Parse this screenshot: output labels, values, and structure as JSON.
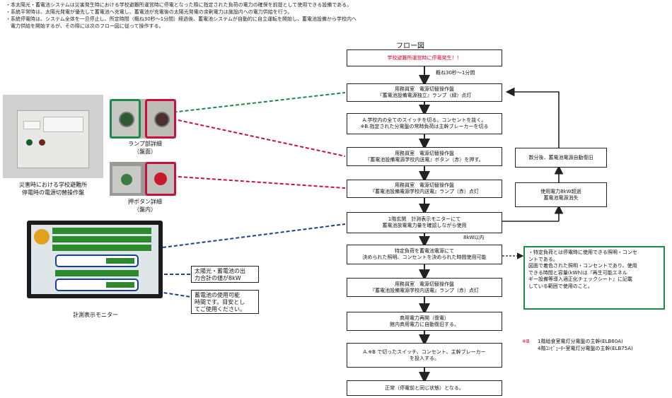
{
  "bullets": [
    "・本太陽光・蓄電池システムは災害発生時における学校避難所運営時に停電となった際に指定された負荷の電力の確保を前提として使用できる設備である。",
    "・系統平常時は、太陽光発電が優先して蓄電池へ充電し、蓄電池が充電後の太陽光発電の余剰電力は施設内への電力供給を行う。",
    "・系統停電時は、システム全体を一旦停止し、所定時間（概ね30秒～1分間）経過後、蓄電池システムが自動的に自立運転を開始し、蓄電池設備から学校内へ",
    "　電力供給を開始するが、その際には次のフロー図に従って操作する。"
  ],
  "flow_title": "フロー図",
  "flow": {
    "step1": "学校避難所運営時に停電発生！！",
    "wait_note": "概ね30秒～1分間",
    "step2": [
      "用務員室　電源切替操作盤",
      "『蓄電池設備電源独立』ランプ（緑）点灯"
    ],
    "step3": [
      "A.学校内の全てのスイッチを切る。コンセントを抜く。",
      "※B.指定された分電盤の常時負荷は主幹ブレーカーを切る"
    ],
    "step4": [
      "用務員室　電源切替操作盤",
      "『蓄電池設備電源学校内送電』ボタン（赤）を押す。"
    ],
    "step5": [
      "用務員室　電源切替操作盤",
      "『蓄電池設備電源学校内送電』ランプ（赤）点灯"
    ],
    "step6": [
      "1階玄関　計測表示モニターにて",
      "蓄電池放電電力量を確認しながら使用"
    ],
    "step6_note": "8kW以内",
    "step7": [
      "特定負荷を蓄電池電源にて",
      "決められた照明、コンセントを決められた時間使用可能"
    ],
    "step8": [
      "用務員室　電源切替操作盤",
      "『蓄電池設備電源学校内送電』ランプ（赤）点灯"
    ],
    "step9": [
      "商用電力再開（復電）",
      "館内商用電力に自動復旧する。"
    ],
    "step10": [
      "A.※B で切ったスイッチ、コンセント、主幹ブレーカー",
      "を投入する。"
    ],
    "step11": "正常（停電前と同じ状態）となる。",
    "side1": [
      "使用電力8kW超過",
      "蓄電池電源消失"
    ],
    "side2": "数分後、蓄電池電源自動復旧"
  },
  "green_note": [
    "・特定負荷とは停電時に使用できる照明・コンセ",
    "ントである。",
    "図面で着色された照明・コンセントであり、使用",
    "できる時間と容量(kWh)は『再生可能エネル",
    "ギー設備等導入適正化チェックシート』に記載",
    "している範囲で使用のこと。"
  ],
  "footnote": {
    "mark": "※B",
    "line1": "1階給食室電灯分電盤の主幹(ELB60A)",
    "line2": "4階ｺﾝﾋﾟｭｰﾀｰ室電灯分電盤の主幹(ELB75A)"
  },
  "panel_caption": [
    "災害時における学校避難所",
    "停電時の電源切替操作盤"
  ],
  "lamp_caption": [
    "ランプ部詳細",
    "（盤面）"
  ],
  "button_caption": [
    "押ボタン詳細",
    "（盤内）"
  ],
  "monitor_caption": "計測表示モニター",
  "callout1": [
    "太陽光・蓄電池の出",
    "力合計の値が8kW"
  ],
  "callout2": [
    "蓄電池の使用可能",
    "時間です。目安とし",
    "てご使用ください。"
  ],
  "colors": {
    "green": "#1e8a4a",
    "red": "#c8103c",
    "blue": "#1d3f8a",
    "alert": "#d4002a"
  }
}
